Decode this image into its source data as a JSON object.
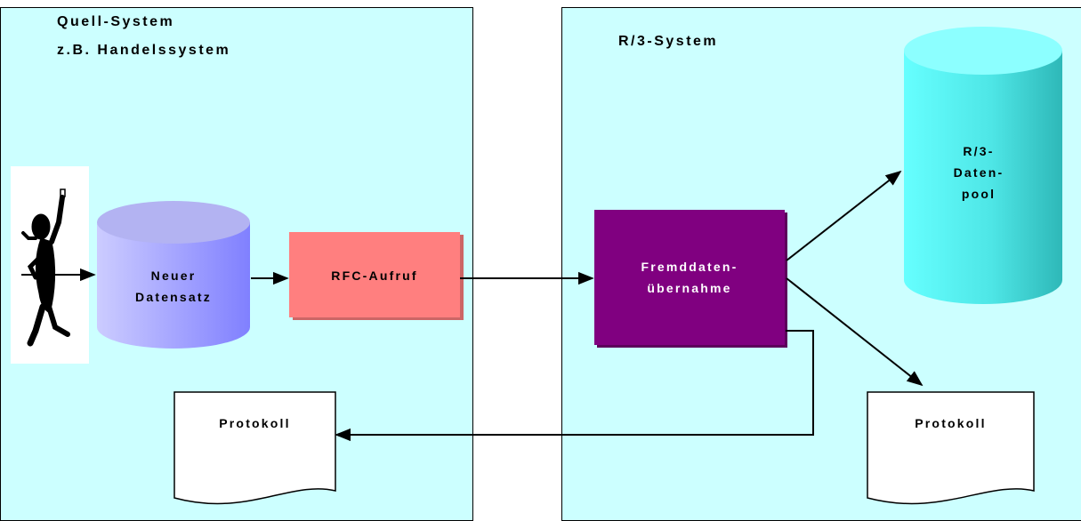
{
  "left_system": {
    "title_line1": "Quell-System",
    "title_line2": "z.B. Handelssystem"
  },
  "right_system": {
    "title": "R/3-System"
  },
  "nodes": {
    "new_record": {
      "line1": "Neuer",
      "line2": "Datensatz"
    },
    "rfc_call": {
      "label": "RFC-Aufruf"
    },
    "foreign_data": {
      "line1": "Fremddaten-",
      "line2": "übernahme"
    },
    "datapool": {
      "line1": "R/3-",
      "line2": "Daten-",
      "line3": "pool"
    },
    "protocol_left": {
      "label": "Protokoll"
    },
    "protocol_right": {
      "label": "Protokoll"
    }
  },
  "colors": {
    "panel_bg": "#ccffff",
    "rfc_box": "#ff7f7f",
    "foreign_box": "#800080",
    "datapool": "#33cccc",
    "new_record": "#9999ff"
  },
  "icons": {
    "person": "person-icon"
  }
}
